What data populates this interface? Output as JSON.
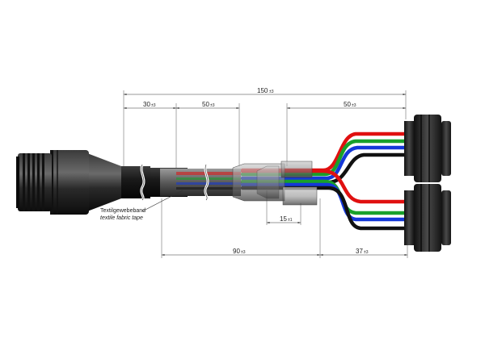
{
  "dimensions": {
    "total": {
      "value": "150",
      "tol": "±3"
    },
    "d30": {
      "value": "30",
      "tol": "±3"
    },
    "d50_left": {
      "value": "50",
      "tol": "±3"
    },
    "d50_right": {
      "value": "50",
      "tol": "±3"
    },
    "d15": {
      "value": "15",
      "tol": "±1"
    },
    "d90": {
      "value": "90",
      "tol": "±3"
    },
    "d37": {
      "value": "37",
      "tol": "±3"
    }
  },
  "callout": {
    "line1": "Textilgewebeband",
    "line2": "textile fabric tape"
  },
  "colors": {
    "red": "#e01010",
    "green": "#18a02a",
    "blue": "#1438d8",
    "black": "#111111",
    "sheath": "#2a2a2a",
    "tape": "#555555"
  }
}
